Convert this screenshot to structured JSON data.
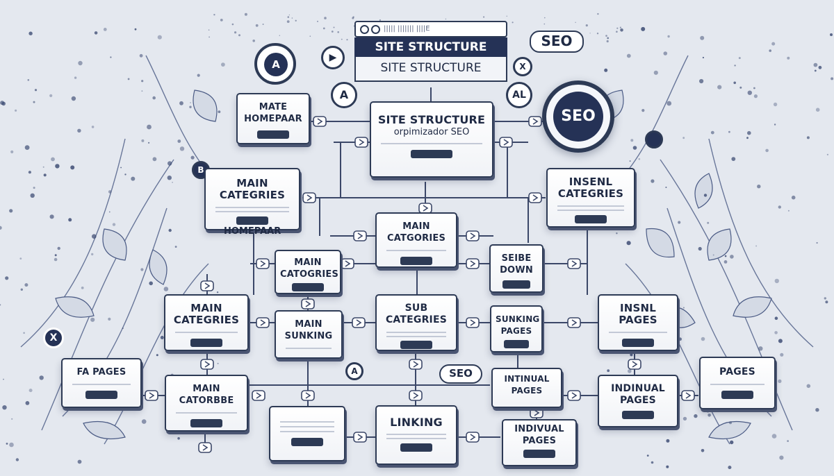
{
  "browser": {
    "url": "||||| ||||||| ||||E",
    "title": "SITE STRUCTURE",
    "subtitle": "SITE STRUCTURE"
  },
  "badges": {
    "seo_top": "SEO",
    "seo_ring": "SEO",
    "seo_pill": "SEO"
  },
  "circles": {
    "a_top": "A",
    "a_mid": "A",
    "al": "AL",
    "b_left": "B",
    "x_left": "X",
    "a_bottom": "A",
    "x_top": "X"
  },
  "nodes": {
    "mate_homepaar": {
      "title": "MATE\nHOMEPAAR"
    },
    "site_structure": {
      "title": "SITE STRUCTURE",
      "sub": "orpimizador SEO"
    },
    "main_categories_left": {
      "title": "MAIN\nCATEGRIES"
    },
    "insenl_categories": {
      "title": "INSENL\nCATEGRIES"
    },
    "main_catgories_center": {
      "title": "MAIN\nCATGORIES"
    },
    "main_catogries": {
      "title": "MAIN\nCATOGRIES"
    },
    "seibe_down": {
      "title": "SEIBE\nDOWN"
    },
    "main_categries_2": {
      "title": "MAIN\nCATEGRIES"
    },
    "main_sunking": {
      "title": "MAIN\nSUNKING"
    },
    "sub_categries": {
      "title": "SUB\nCATEGRIES"
    },
    "sunking_pages": {
      "title": "SUNKING\nPAGES"
    },
    "insnl_pages": {
      "title": "INSNL\nPAGES"
    },
    "fa_pages": {
      "title": "FA PAGES"
    },
    "main_catorbe": {
      "title": "MAIN\nCATORBBE"
    },
    "blank": {
      "title": ""
    },
    "linking": {
      "title": "LINKING"
    },
    "intinual_pages": {
      "title": "INTINUAL\nPAGES"
    },
    "individual_pages_bottom": {
      "title": "INDIVUAL\nPAGES"
    },
    "indinual_pages": {
      "title": "INDINUAL\nPAGES"
    },
    "p_pages": {
      "title": "PAGES"
    }
  },
  "labels": {
    "homepaar": "HOMEPAAR"
  },
  "colors": {
    "navy": "#253256",
    "ink": "#2d3a55",
    "background": "#e4e8ef"
  }
}
